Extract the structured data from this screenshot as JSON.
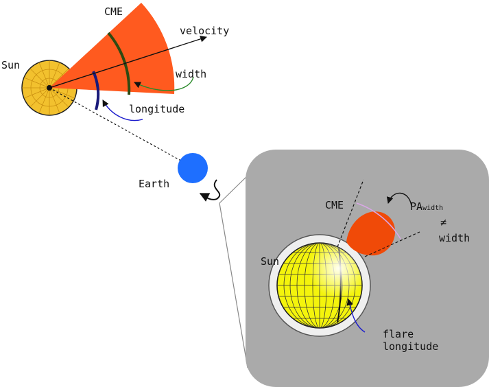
{
  "labels": {
    "cme_top": "CME",
    "velocity": "velocity",
    "sun_top": "Sun",
    "width_top": "width",
    "longitude": "longitude",
    "earth": "Earth",
    "cme_inset": "CME",
    "pa": "PA",
    "pa_sub": "width",
    "not_equal": "≠",
    "width_inset": "width",
    "sun_inset": "Sun",
    "flare": "flare",
    "flare_longitude": "longitude"
  },
  "colors": {
    "sun": "#f2c12e",
    "cme_sector": "#ff5a1f",
    "width_arc": "#2f4a12",
    "longitude_arc": "#1a1a7a",
    "earth": "#1e6fff",
    "inset_bg": "#aaaaaa",
    "halo": "#efefef",
    "sun_inset": "#f4f40c",
    "cme_blob": "#f04a08",
    "pa_arc": "#d9a6e6",
    "flare_arrow": "#1a1acc",
    "width_arrow": "#2a8a2a"
  }
}
